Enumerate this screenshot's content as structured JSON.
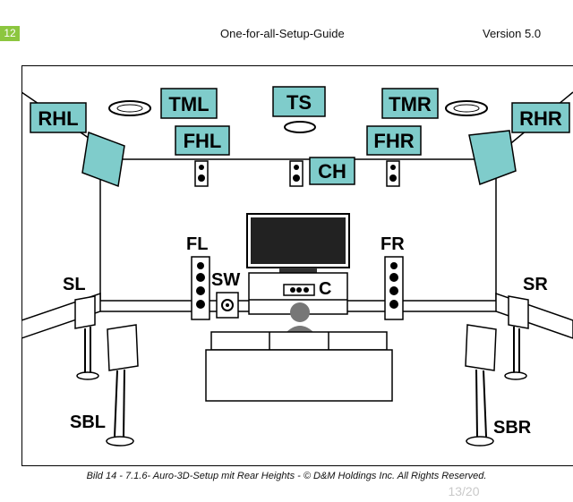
{
  "header": {
    "page_number": "12",
    "title": "One-for-all-Setup-Guide",
    "version": "Version 5.0"
  },
  "figure": {
    "caption": "Bild 14 - 7.1.6- Auro-3D-Setup mit Rear Heights - © D&M Holdings Inc. All Rights Reserved.",
    "labels": {
      "rhl": "RHL",
      "tml": "TML",
      "ts": "TS",
      "tmr": "TMR",
      "rhr": "RHR",
      "fhl": "FHL",
      "fhr": "FHR",
      "ch": "CH",
      "fl": "FL",
      "fr": "FR",
      "sw": "SW",
      "c": "C",
      "sl": "SL",
      "sr": "SR",
      "sbl": "SBL",
      "sbr": "SBR"
    },
    "colors": {
      "label_fill": "#7fcccb",
      "speaker_fill": "#7fcccb",
      "line": "#000000"
    }
  },
  "overlay": {
    "page_indicator": "13/20"
  }
}
